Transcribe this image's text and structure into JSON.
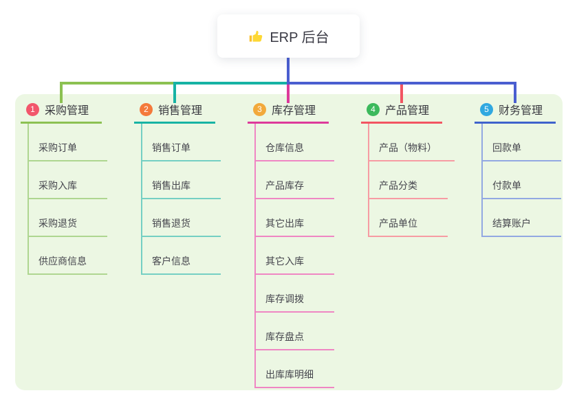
{
  "root": {
    "label": "ERP 后台",
    "icon": "thumbs-up-icon"
  },
  "branches": [
    {
      "number": "1",
      "label": "采购管理",
      "color": "#8cc152",
      "light_color": "#aed690",
      "badge_color": "#f2566b",
      "children": [
        "采购订单",
        "采购入库",
        "采购退货",
        "供应商信息"
      ]
    },
    {
      "number": "2",
      "label": "销售管理",
      "color": "#17b3a4",
      "light_color": "#74cfc3",
      "badge_color": "#f4793b",
      "children": [
        "销售订单",
        "销售出库",
        "销售退货",
        "客户信息"
      ]
    },
    {
      "number": "3",
      "label": "库存管理",
      "color": "#dd3a9b",
      "light_color": "#ef86c3",
      "badge_color": "#f2a93b",
      "children": [
        "仓库信息",
        "产品库存",
        "其它出库",
        "其它入库",
        "库存调拨",
        "库存盘点",
        "出库库明细"
      ]
    },
    {
      "number": "4",
      "label": "产品管理",
      "color": "#f25562",
      "light_color": "#f79ba3",
      "badge_color": "#3cb95c",
      "children": [
        "产品（物料）",
        "产品分类",
        "产品单位"
      ]
    },
    {
      "number": "5",
      "label": "财务管理",
      "color": "#3f62cc",
      "light_color": "#92a8e2",
      "badge_color": "#30a8e0",
      "children": [
        "回款单",
        "付款单",
        "结算账户"
      ]
    }
  ],
  "colors": {
    "panel_bg": "#ecf7e3",
    "connectors": {
      "blue": "#4a5ed0",
      "green": "#8cc152",
      "teal": "#17b3a4",
      "pink": "#dd3a9b",
      "red": "#f25562"
    }
  }
}
